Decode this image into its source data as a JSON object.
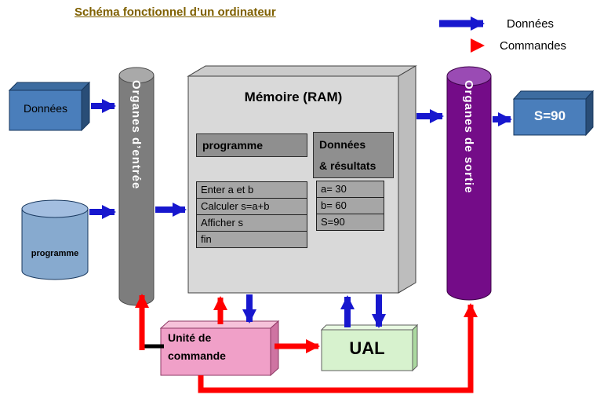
{
  "title": "Schéma fonctionnel d’un ordinateur",
  "legend": {
    "data_label": "Données",
    "commands_label": "Commandes"
  },
  "colors": {
    "title-color": "#7F6000",
    "data-arrow": "#1717CE",
    "command-arrow": "#FF0000",
    "legend-command-start": "#FF2D9B"
  },
  "input_sources": {
    "data_box_label": "Données",
    "program_cylinder_label": "programme"
  },
  "input_organ": {
    "label": "Organes d’entrée"
  },
  "output_organ": {
    "label": "Organes de sortie"
  },
  "ram": {
    "title": "Mémoire (RAM)",
    "program_table": {
      "header": "programme",
      "rows": [
        "Enter a et b",
        "Calculer s=a+b",
        "Afficher s",
        "fin"
      ]
    },
    "results_table": {
      "header_line1": "Données",
      "header_line2": "& résultats",
      "rows": [
        "a= 30",
        "b= 60",
        "S=90"
      ]
    }
  },
  "control_unit": {
    "label_line1": "Unité de",
    "label_line2": "commande"
  },
  "alu": {
    "label": "UAL"
  },
  "output_box": {
    "label": "S=90"
  }
}
